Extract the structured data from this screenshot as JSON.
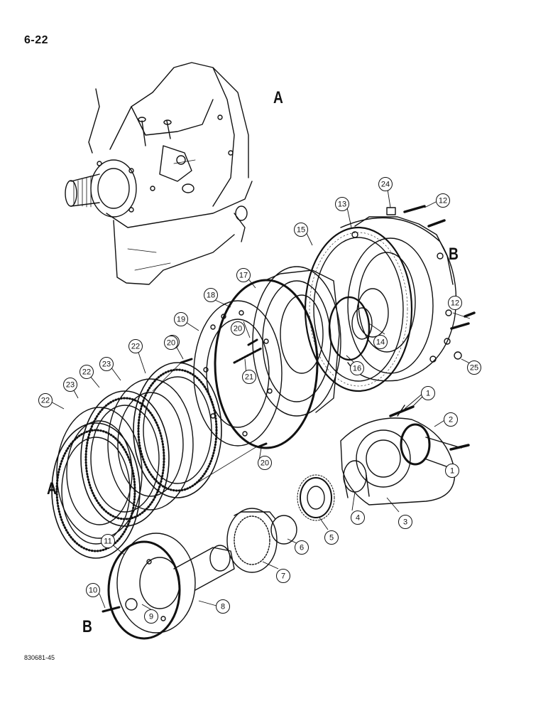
{
  "page": {
    "number": "6-22",
    "figure_code": "830681-45"
  },
  "view_labels": {
    "a_top": "A",
    "a_left": "A",
    "b_right": "B",
    "b_bottom": "B"
  },
  "callouts": [
    "1",
    "1",
    "2",
    "3",
    "4",
    "5",
    "6",
    "7",
    "8",
    "9",
    "10",
    "11",
    "12",
    "12",
    "13",
    "14",
    "15",
    "16",
    "17",
    "18",
    "19",
    "20",
    "20",
    "20",
    "20",
    "21",
    "22",
    "22",
    "23",
    "23",
    "22",
    "24",
    "25"
  ]
}
